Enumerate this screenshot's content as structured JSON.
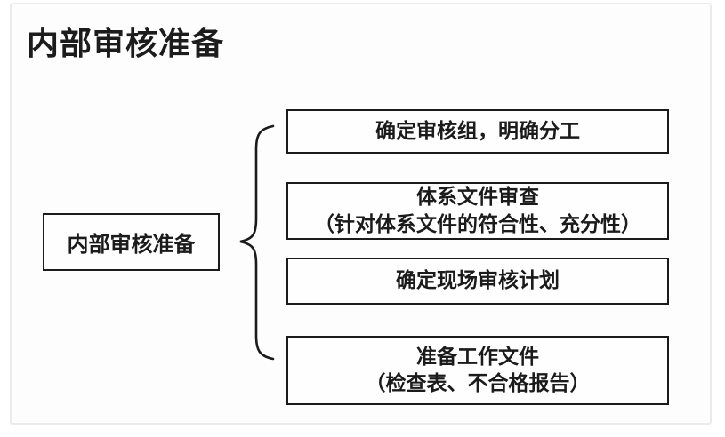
{
  "page": {
    "title": "内部审核准备",
    "background_color": "#ffffff",
    "frame_border_color": "#ebebeb",
    "box_border_color": "#1b1b1b",
    "text_color": "#1b1b1b"
  },
  "diagram": {
    "root": {
      "label": "内部审核准备"
    },
    "connector": "left-curly-brace",
    "items": [
      {
        "lines": [
          "确定审核组，明确分工"
        ]
      },
      {
        "lines": [
          "体系文件审查",
          "（针对体系文件的符合性、充分性）"
        ]
      },
      {
        "lines": [
          "确定现场审核计划"
        ]
      },
      {
        "lines": [
          "准备工作文件",
          "（检查表、不合格报告）"
        ]
      }
    ]
  }
}
